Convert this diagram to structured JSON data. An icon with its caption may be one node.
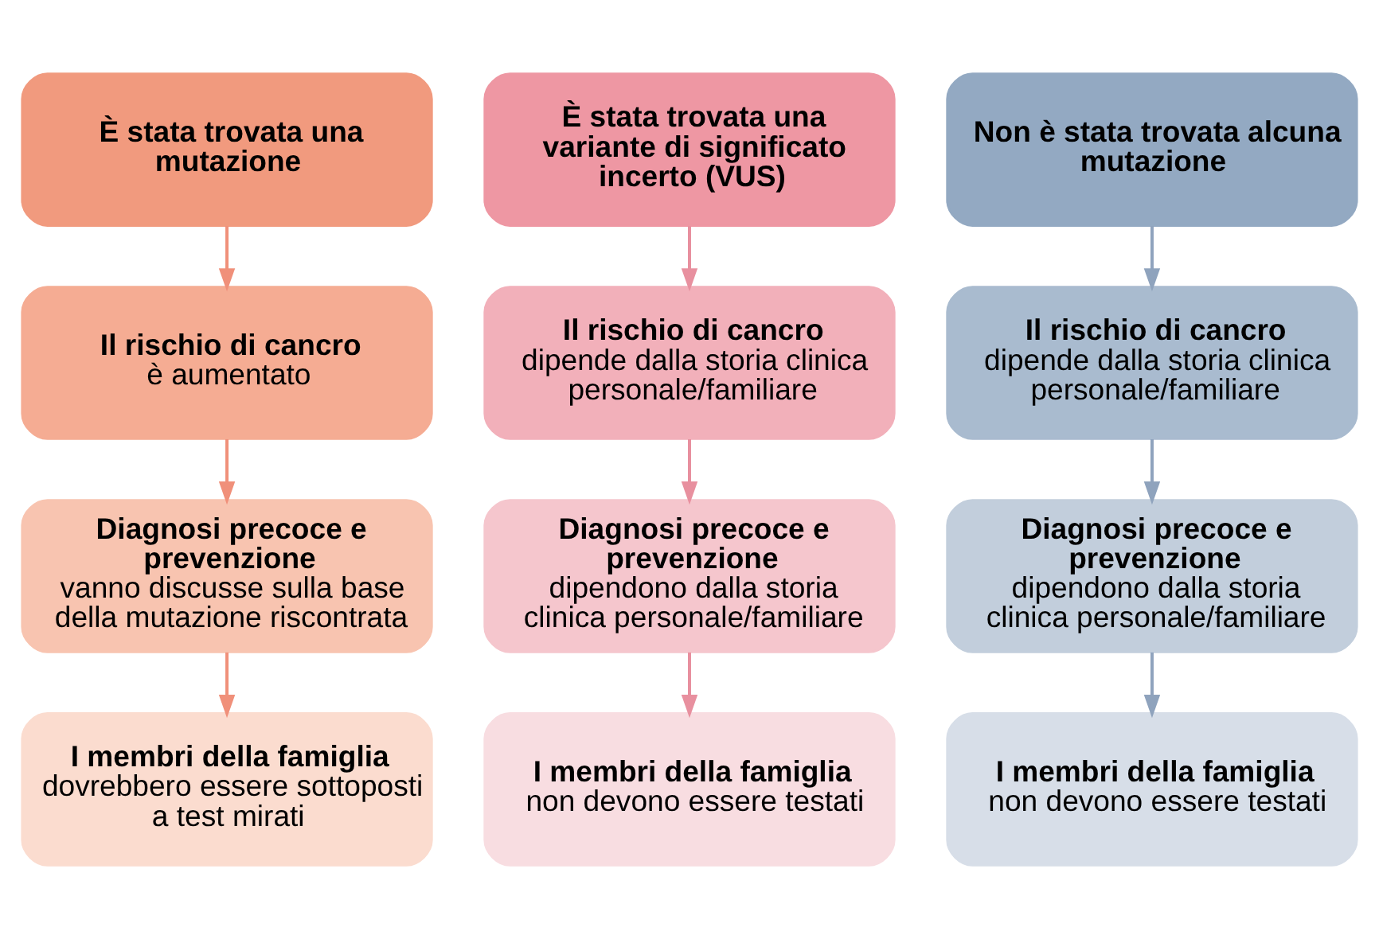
{
  "diagram": {
    "nodes": [
      {
        "text": [
          "È stata trovata una mutazione"
        ]
      },
      {
        "text": [
          "È stata trovata una variante di significato incerto (VUS)"
        ]
      },
      {
        "text": [
          "Non è stata trovata alcuna mutazione"
        ]
      },
      {
        "text": [
          "Il rischio di cancro",
          "è aumentato"
        ]
      },
      {
        "text": [
          "Il rischio di cancro",
          "dipende dalla storia clinica personale/familiare"
        ]
      },
      {
        "text": [
          "Il rischio di cancro",
          "dipende dalla storia clinica personale/familiare"
        ]
      },
      {
        "text": [
          "Diagnosi precoce e prevenzione",
          "vanno discusse sulla base della mutazione riscontrata"
        ]
      },
      {
        "text": [
          "Diagnosi precoce e prevenzione",
          "dipendono dalla storia clinica personale/familiare"
        ]
      },
      {
        "text": [
          "Diagnosi precoce e prevenzione",
          "dipendono dalla storia clinica personale/familiare"
        ]
      },
      {
        "text": [
          "I membri della famiglia",
          "dovrebbero essere sottoposti a test mirati"
        ]
      },
      {
        "text": [
          "I membri della famiglia",
          "non devono essere testati"
        ]
      },
      {
        "text": [
          "I membri della famiglia",
          "non devono essere testati"
        ]
      }
    ],
    "edges": [
      {
        "from": 0,
        "to": 3,
        "arrow": "to",
        "color": "#f0907a"
      },
      {
        "from": 3,
        "to": 6,
        "arrow": "to",
        "color": "#f0907a"
      },
      {
        "from": 6,
        "to": 9,
        "arrow": "to",
        "color": "#f0907a"
      },
      {
        "from": 1,
        "to": 4,
        "arrow": "to",
        "color": "#e8909f"
      },
      {
        "from": 4,
        "to": 7,
        "arrow": "to",
        "color": "#e8909f"
      },
      {
        "from": 7,
        "to": 10,
        "arrow": "to",
        "color": "#e8909f"
      },
      {
        "from": 2,
        "to": 5,
        "arrow": "to",
        "color": "#8fa3bd"
      },
      {
        "from": 5,
        "to": 8,
        "arrow": "to",
        "color": "#8fa3bd"
      },
      {
        "from": 8,
        "to": 11,
        "arrow": "to",
        "color": "#8fa3bd"
      }
    ]
  }
}
